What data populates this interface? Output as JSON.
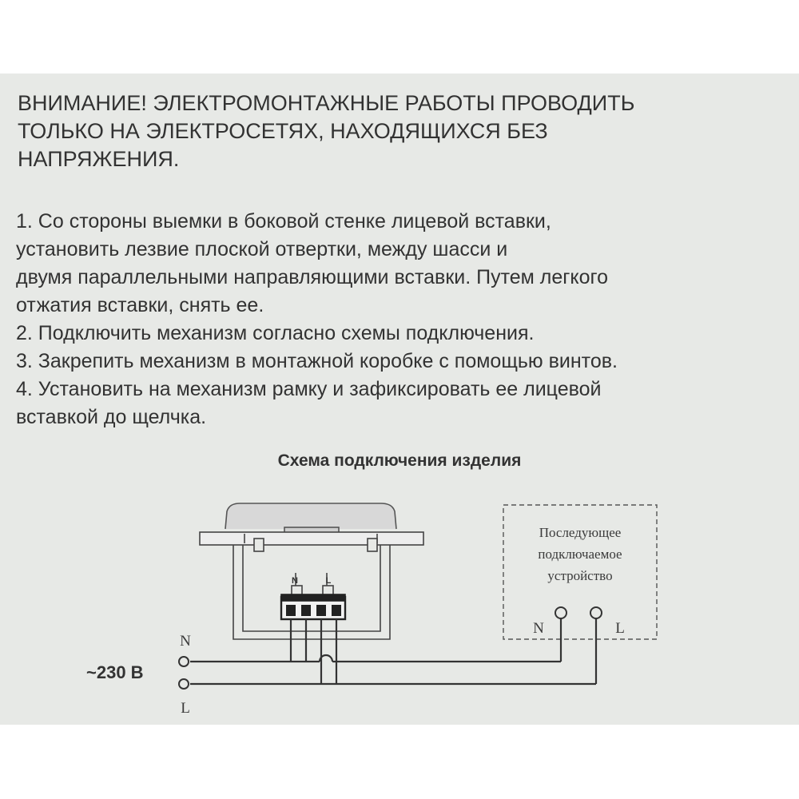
{
  "warning": "ВНИМАНИЕ! ЭЛЕКТРОМОНТАЖНЫЕ РАБОТЫ ПРОВОДИТЬ\nТОЛЬКО НА ЭЛЕКТРОСЕТЯХ, НАХОДЯЩИХСЯ БЕЗ\nНАПРЯЖЕНИЯ.",
  "steps": [
    "1. Со стороны выемки в боковой стенке лицевой вставки,\nустановить лезвие плоской отвертки, между шасси и\nдвумя параллельными направляющими вставки. Путем легкого\nотжатия вставки, снять ее.",
    "2. Подключить механизм согласно схемы подключения.",
    "3. Закрепить механизм в монтажной коробке с помощью винтов.",
    "4. Установить на механизм рамку и зафиксировать ее лицевой\nвставкой до щелчка."
  ],
  "diagram": {
    "title": "Схема подключения изделия",
    "device_lines": [
      "Последующее",
      "подключаемое",
      "устройство"
    ],
    "terminal_n": "N",
    "terminal_l": "L",
    "device_n": "N",
    "device_l": "L",
    "supply_n": "N",
    "supply_l": "L",
    "voltage": "~230 В"
  }
}
